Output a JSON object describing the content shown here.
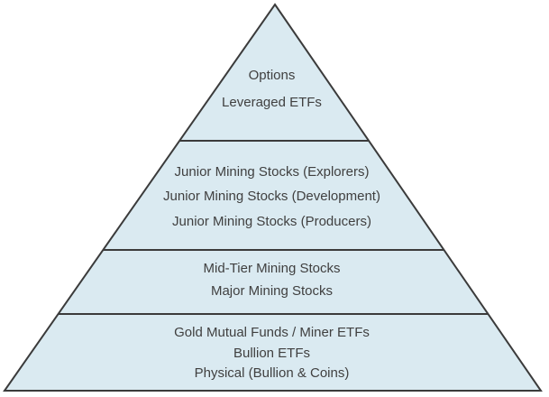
{
  "diagram": {
    "type": "pyramid",
    "description": "Risk pyramid of gold-related investments, riskiest at top",
    "colors": {
      "fill": "#daeaf1",
      "outline": "#3b3b3b",
      "text": "#404040",
      "background": "#ffffff"
    },
    "tiers": [
      {
        "position": "top",
        "lines": [
          "Options",
          "Leveraged ETFs"
        ]
      },
      {
        "position": "upper-middle",
        "lines": [
          "Junior Mining Stocks (Explorers)",
          "Junior Mining Stocks (Development)",
          "Junior Mining Stocks (Producers)"
        ]
      },
      {
        "position": "lower-middle",
        "lines": [
          "Mid-Tier Mining Stocks",
          "Major Mining Stocks"
        ]
      },
      {
        "position": "base",
        "lines": [
          "Gold Mutual Funds / Miner ETFs",
          "Bullion ETFs",
          "Physical (Bullion & Coins)"
        ]
      }
    ]
  }
}
